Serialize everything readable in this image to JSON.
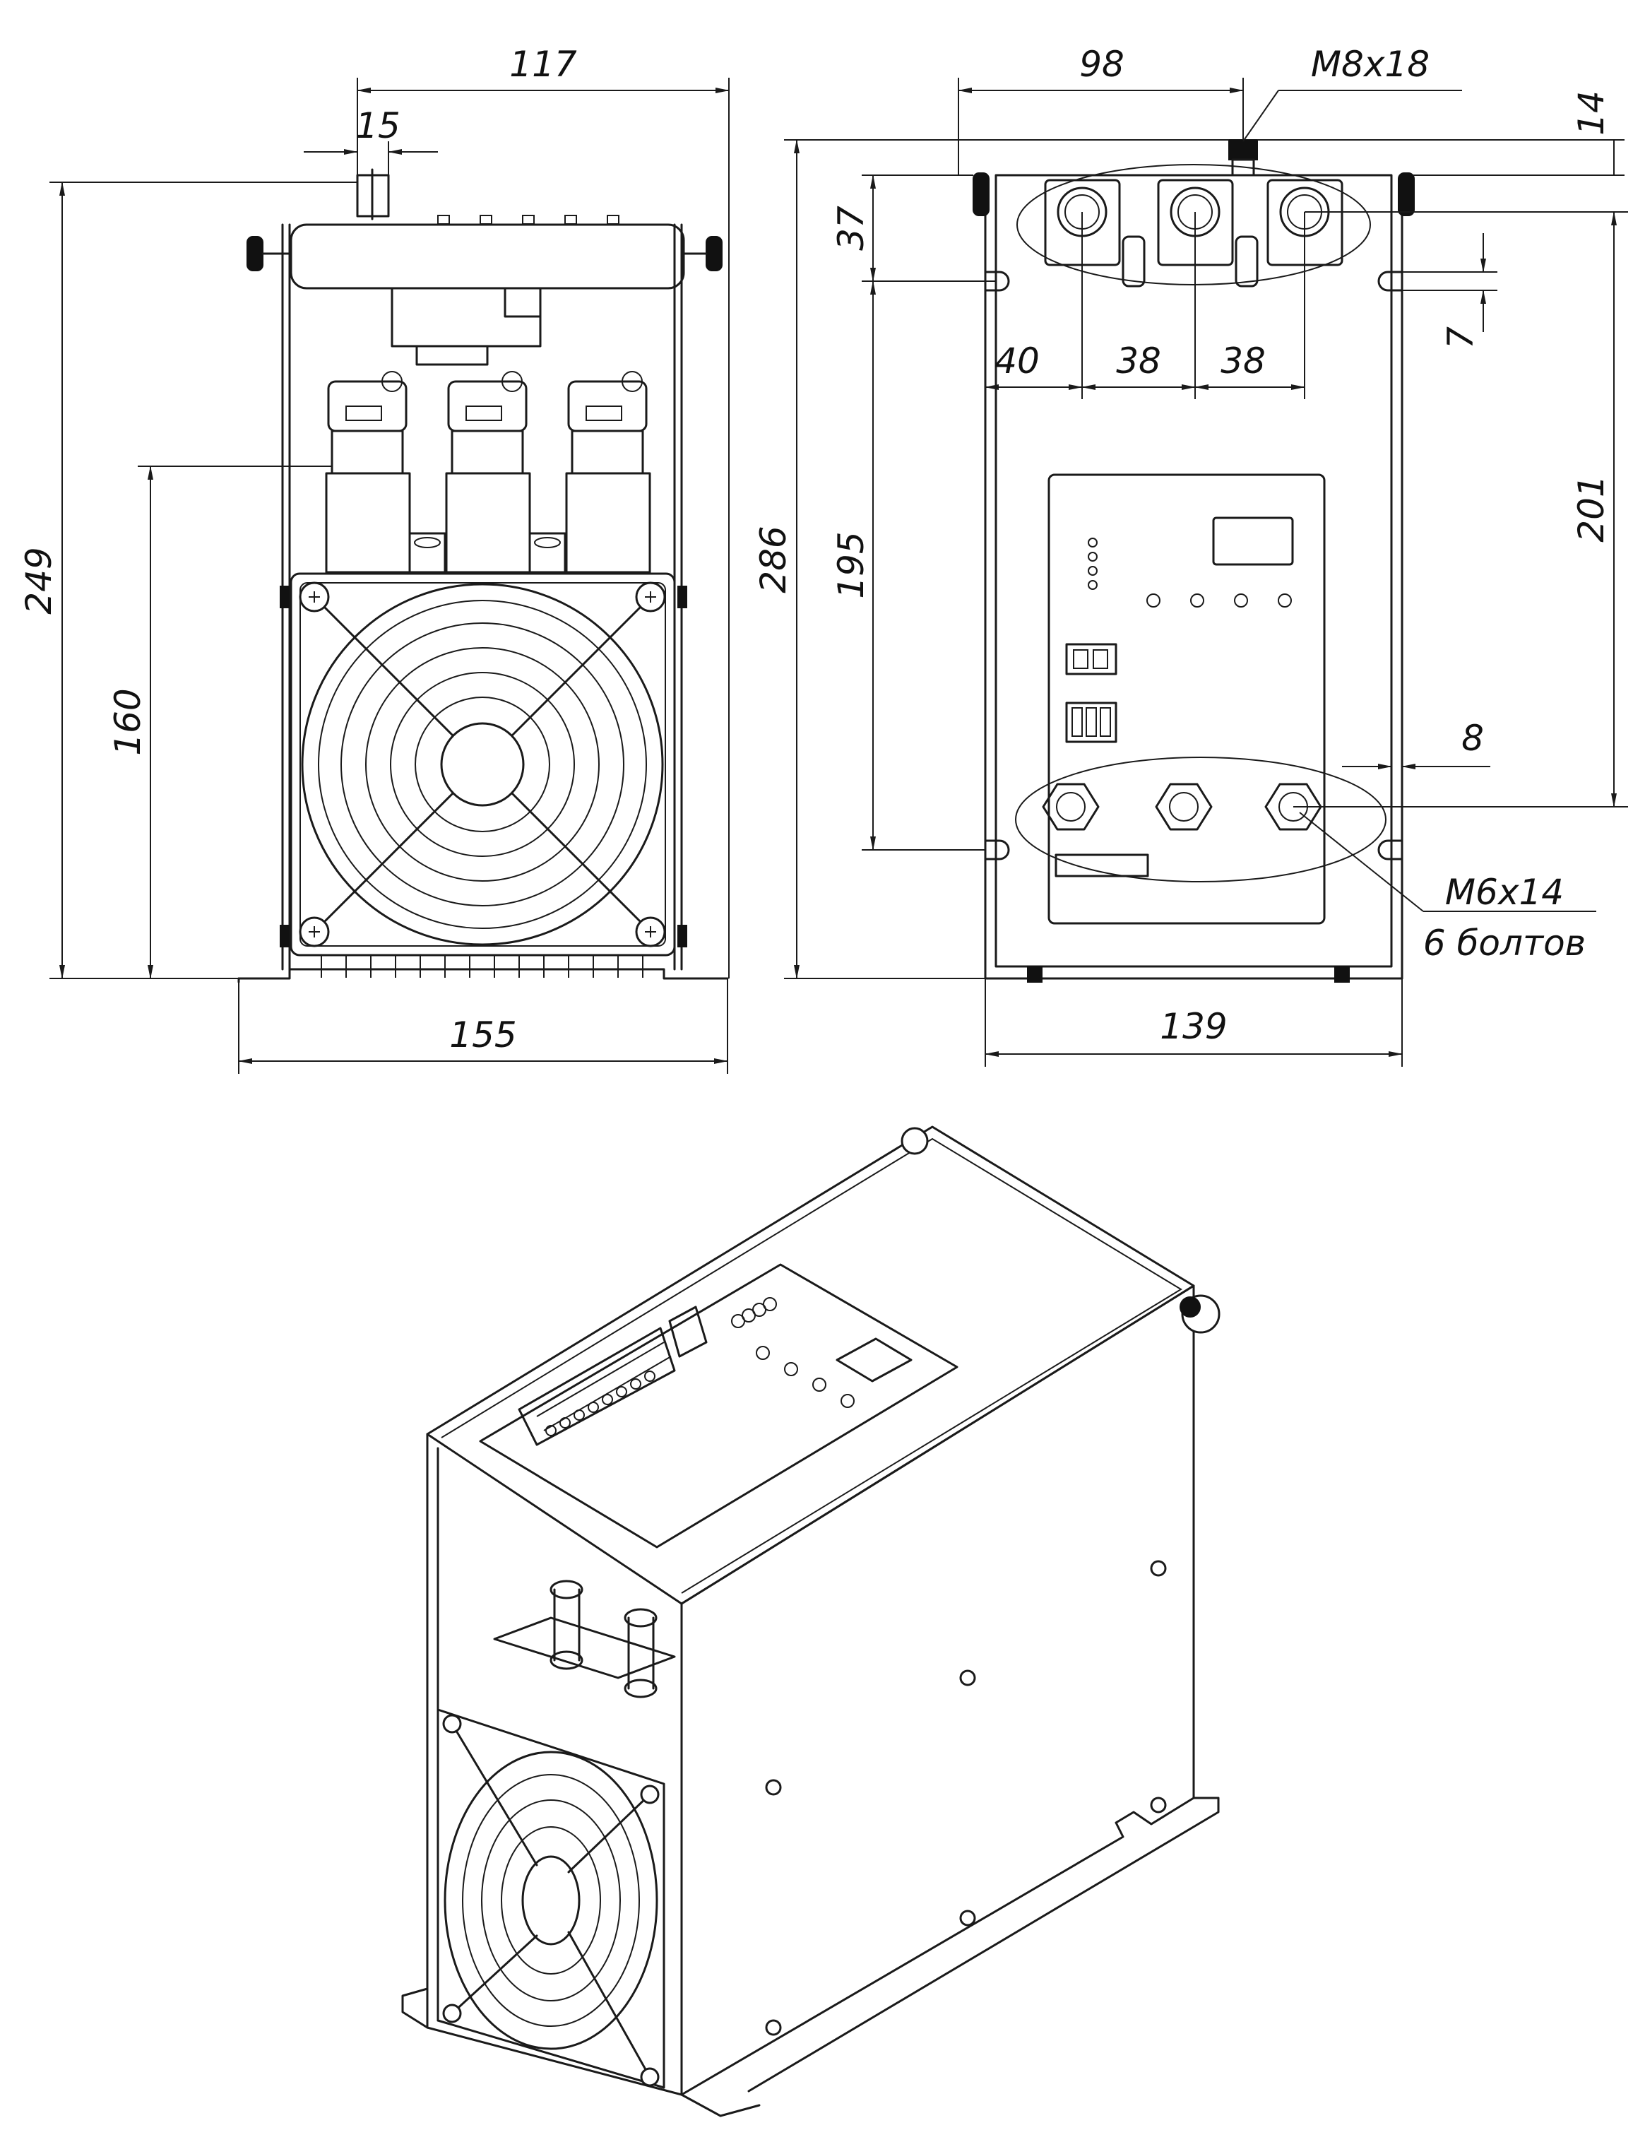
{
  "dimensions": {
    "front_width_top": "117",
    "front_tab": "15",
    "front_height_total": "249",
    "front_fan_height": "160",
    "front_width_base": "155",
    "side_top_width": "98",
    "side_bolt_top": "M8x18",
    "side_top_gap": "14",
    "side_terminal_offset": "37",
    "side_slot": "7",
    "side_pitch_first": "40",
    "side_pitch_second": "38",
    "side_pitch_third": "38",
    "side_height_total": "286",
    "side_hole_spacing": "195",
    "side_bolt_span": "201",
    "side_bottom_offset": "8",
    "side_bolt_bottom": "M6x14",
    "side_bolt_count": "6 болтов",
    "side_width_base": "139"
  },
  "colors": {
    "line": "#1a1a1a",
    "background": "#ffffff"
  }
}
